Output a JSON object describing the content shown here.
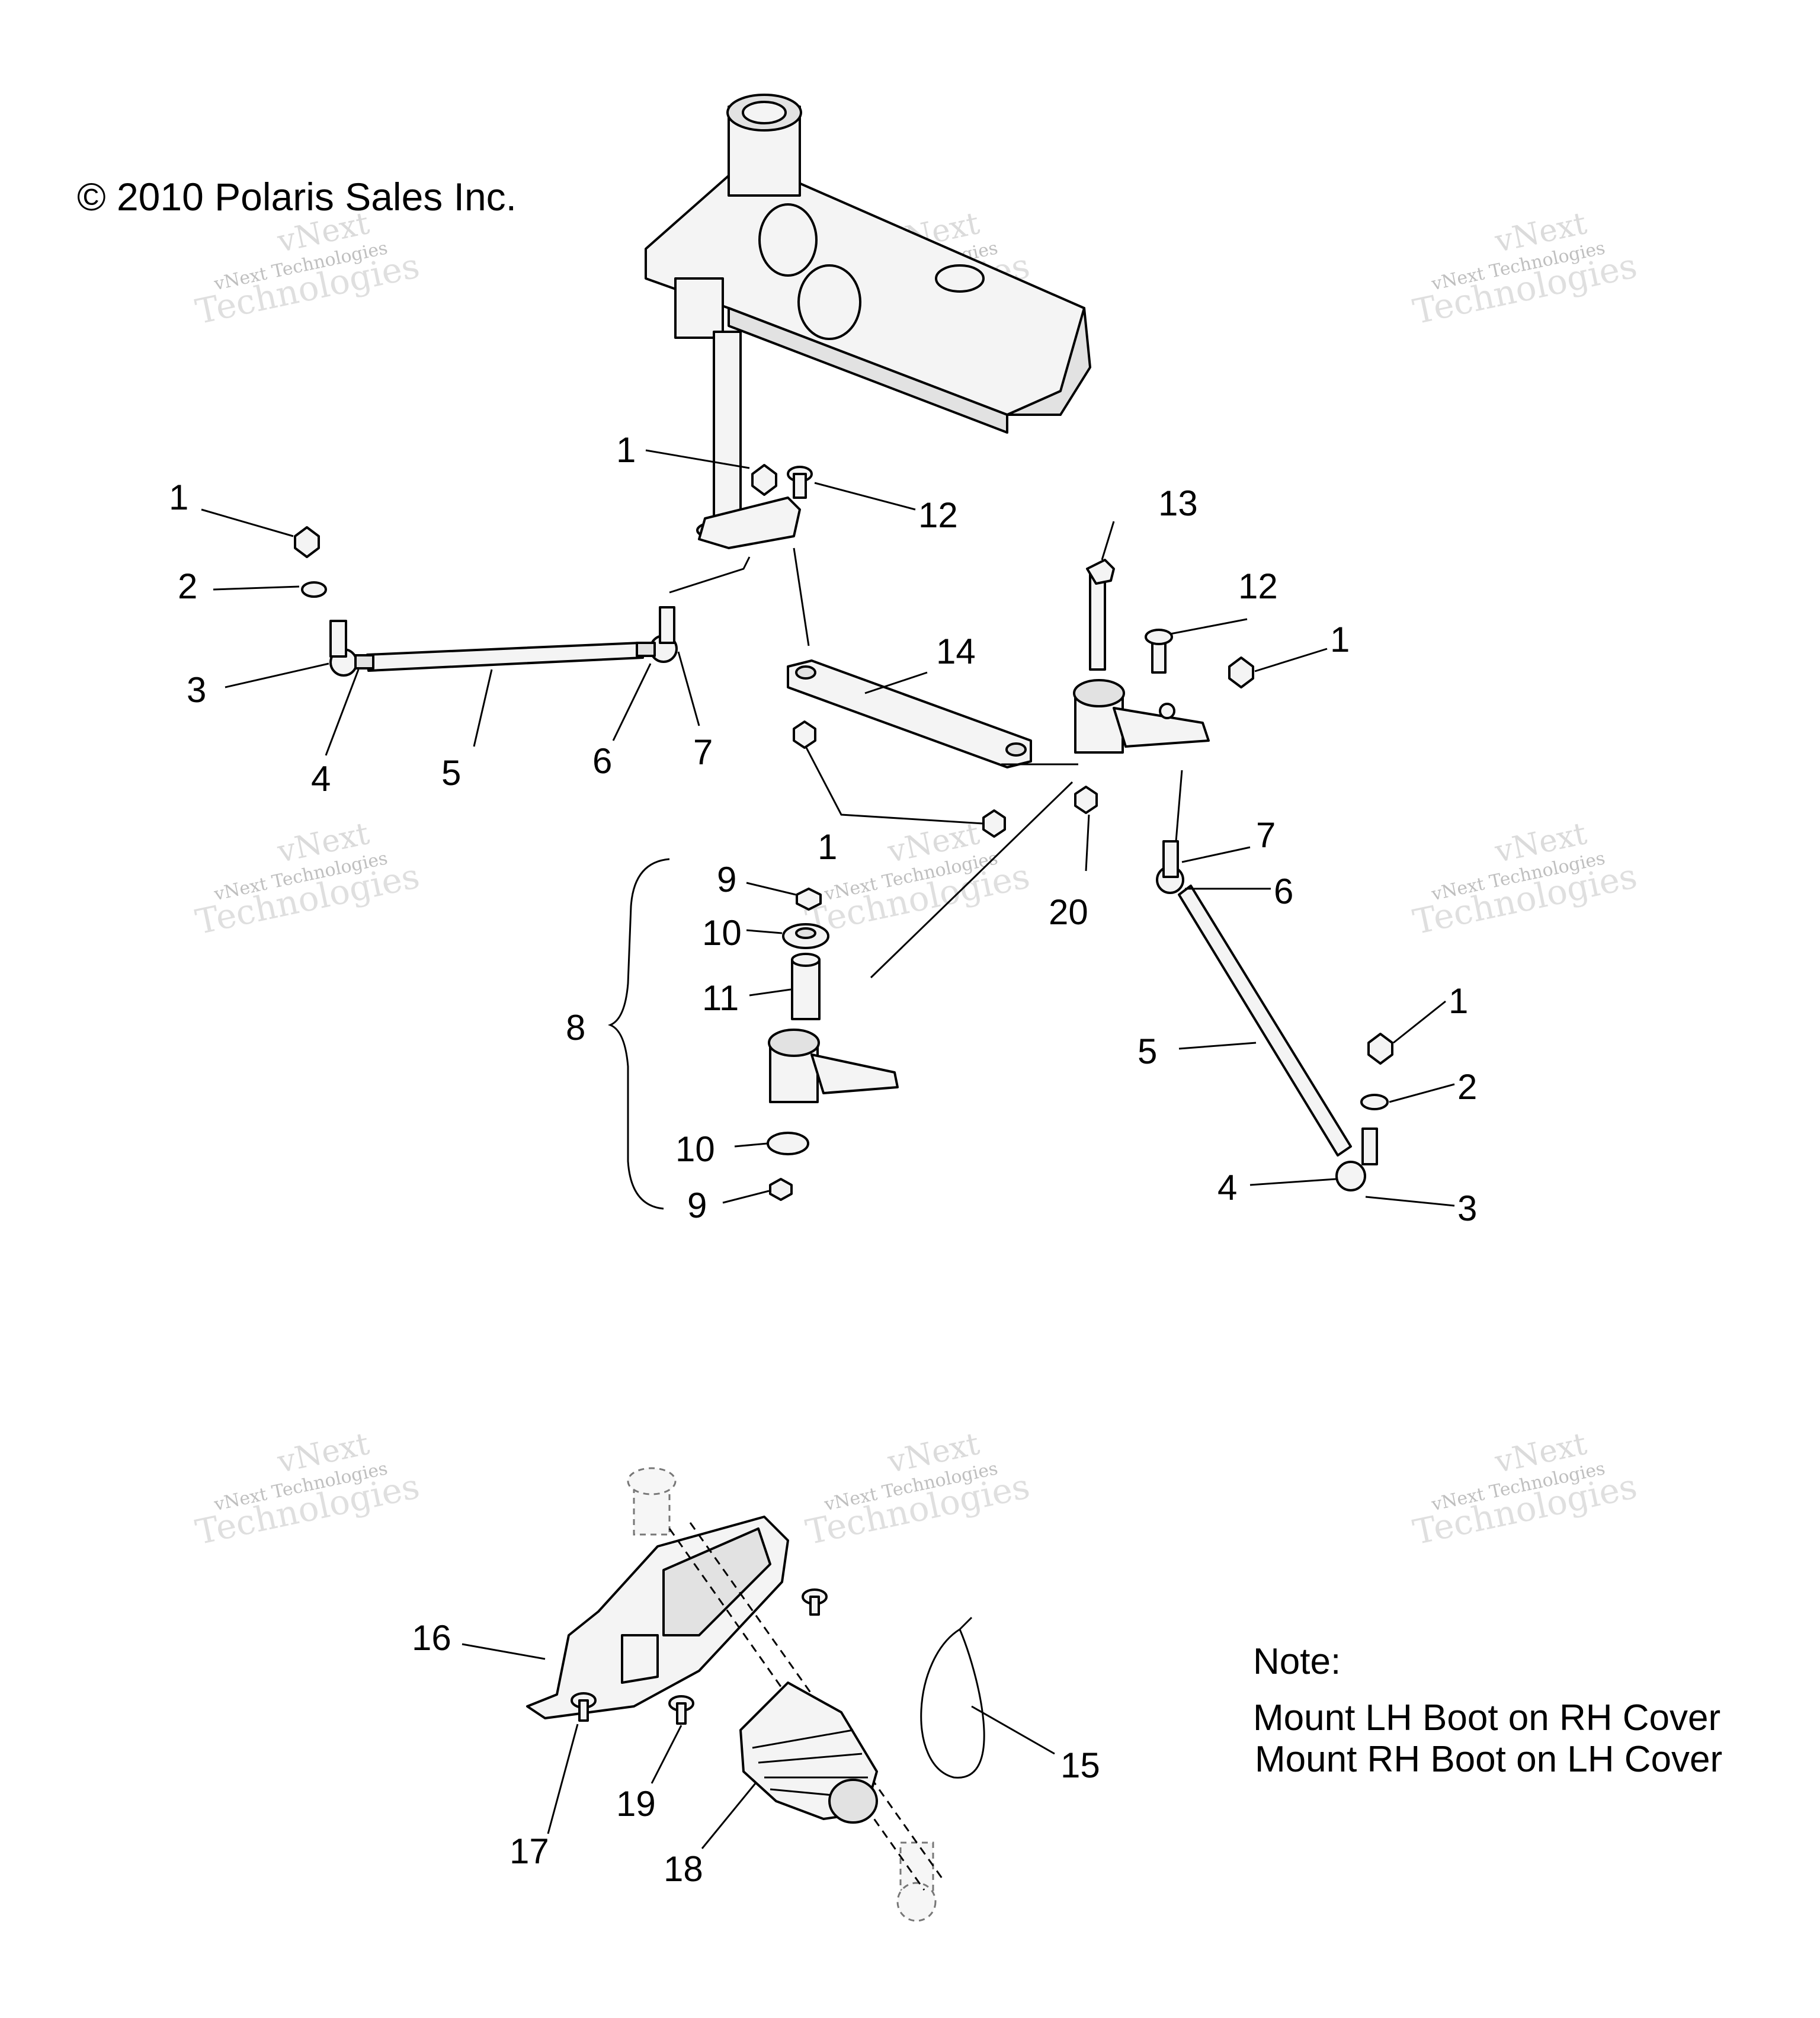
{
  "copyright": "© 2010 Polaris Sales Inc.",
  "watermark": {
    "line1": "vNext",
    "line2": "vNext Technologies",
    "line3": "Technologies"
  },
  "note": {
    "title": "Note:",
    "line1": "Mount LH Boot on RH Cover",
    "line2": "Mount RH Boot on LH Cover"
  },
  "callouts": [
    {
      "id": "c1a",
      "text": "1"
    },
    {
      "id": "c12a",
      "text": "12"
    },
    {
      "id": "c1b",
      "text": "1"
    },
    {
      "id": "c2a",
      "text": "2"
    },
    {
      "id": "c3a",
      "text": "3"
    },
    {
      "id": "c4a",
      "text": "4"
    },
    {
      "id": "c5a",
      "text": "5"
    },
    {
      "id": "c6a",
      "text": "6"
    },
    {
      "id": "c7a",
      "text": "7"
    },
    {
      "id": "c13",
      "text": "13"
    },
    {
      "id": "c12b",
      "text": "12"
    },
    {
      "id": "c14",
      "text": "14"
    },
    {
      "id": "c1c",
      "text": "1"
    },
    {
      "id": "c1d",
      "text": "1"
    },
    {
      "id": "c20",
      "text": "20"
    },
    {
      "id": "c7b",
      "text": "7"
    },
    {
      "id": "c6b",
      "text": "6"
    },
    {
      "id": "c9a",
      "text": "9"
    },
    {
      "id": "c10a",
      "text": "10"
    },
    {
      "id": "c11",
      "text": "11"
    },
    {
      "id": "c8",
      "text": "8"
    },
    {
      "id": "c10b",
      "text": "10"
    },
    {
      "id": "c9b",
      "text": "9"
    },
    {
      "id": "c5b",
      "text": "5"
    },
    {
      "id": "c1e",
      "text": "1"
    },
    {
      "id": "c2b",
      "text": "2"
    },
    {
      "id": "c4b",
      "text": "4"
    },
    {
      "id": "c3b",
      "text": "3"
    },
    {
      "id": "c16",
      "text": "16"
    },
    {
      "id": "c15",
      "text": "15"
    },
    {
      "id": "c17",
      "text": "17"
    },
    {
      "id": "c19",
      "text": "19"
    },
    {
      "id": "c18",
      "text": "18"
    }
  ]
}
